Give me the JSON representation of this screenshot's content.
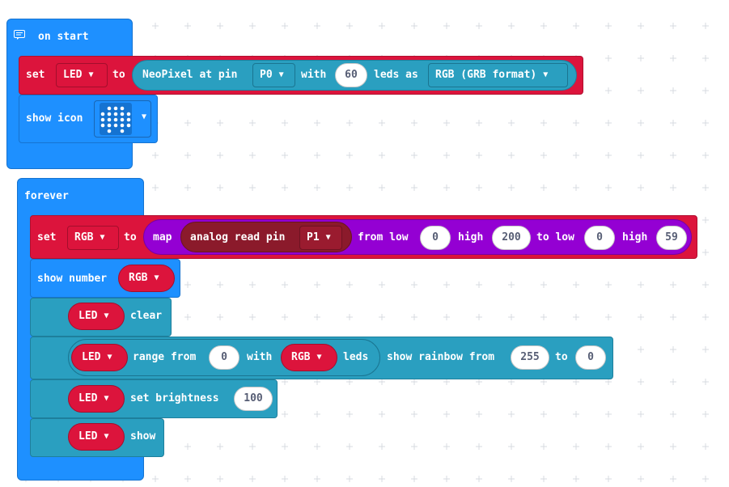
{
  "on_start": {
    "label": "on start",
    "set_block": {
      "set": "set",
      "var": "LED",
      "to": "to",
      "neopixel": "NeoPixel at pin",
      "pin": "P0",
      "with": "with",
      "leds_count": "60",
      "leds_as": "leds as",
      "format": "RGB (GRB format)"
    },
    "show_icon": {
      "label": "show icon"
    }
  },
  "forever": {
    "label": "forever",
    "set_block": {
      "set": "set",
      "var": "RGB",
      "to": "to",
      "map": "map",
      "analog": "analog read pin",
      "pin": "P1",
      "from_low": "from low",
      "from_low_val": "0",
      "high": "high",
      "high_val": "200",
      "to_low": "to low",
      "to_low_val": "0",
      "high2": "high",
      "high2_val": "59"
    },
    "show_number": {
      "label": "show number",
      "var": "RGB"
    },
    "clear": {
      "var": "LED",
      "label": "clear"
    },
    "rainbow": {
      "var": "LED",
      "range_from": "range from",
      "range_val": "0",
      "with": "with",
      "var2": "RGB",
      "leds": "leds",
      "show_rainbow": "show rainbow from",
      "from_val": "255",
      "to": "to",
      "to_val": "0"
    },
    "brightness": {
      "var": "LED",
      "label": "set brightness",
      "value": "100"
    },
    "show": {
      "var": "LED",
      "label": "show"
    }
  },
  "colors": {
    "basic": "#1e90ff",
    "variables": "#dc143c",
    "neopixel": "#2a9fc0",
    "pins": "#9400d3"
  }
}
